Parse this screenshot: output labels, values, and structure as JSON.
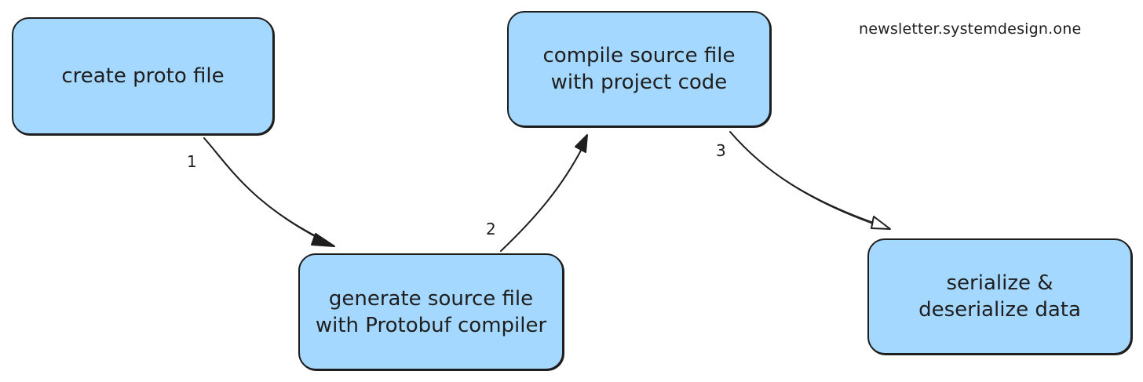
{
  "diagram": {
    "watermark": "newsletter.systemdesign.one",
    "boxes": [
      {
        "id": "create",
        "label": "create proto file"
      },
      {
        "id": "generate",
        "label": "generate source file\nwith Protobuf compiler"
      },
      {
        "id": "compile",
        "label": "compile source file\nwith project code"
      },
      {
        "id": "serialize",
        "label": "serialize &\ndeserialize data"
      }
    ],
    "steps": [
      {
        "label": "1"
      },
      {
        "label": "2"
      },
      {
        "label": "3"
      }
    ],
    "colors": {
      "box_fill": "#a5d8ff",
      "stroke": "#1e1e1e",
      "background": "#ffffff"
    }
  }
}
